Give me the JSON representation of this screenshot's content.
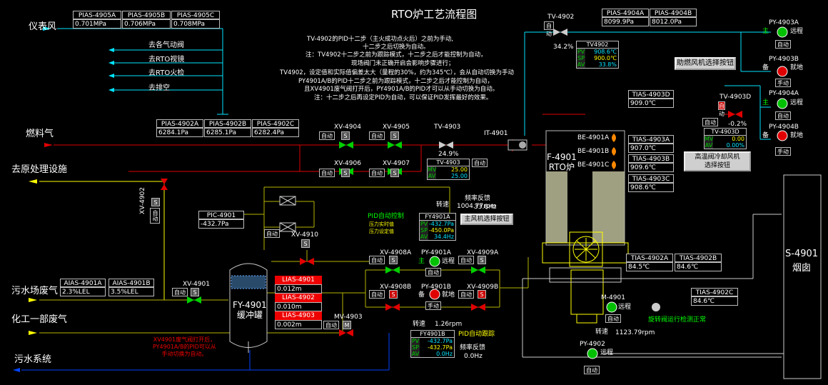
{
  "title": "RTO炉工艺流程图",
  "lines": {
    "instrument_air": "仪表风",
    "fuel_gas": "燃料气",
    "to_pretreatment": "去原处理设施",
    "sewage_waste_gas": "污水场废气",
    "chem1_waste_gas": "化工一部废气",
    "sewage_system": "污水系统"
  },
  "air_branches": [
    "去各气动阀",
    "去RTO视镜",
    "去RTO火检",
    "去排空"
  ],
  "notes": [
    "TV-4902的PID十二步（主火成功点火后）之前为手动,",
    "十二步之后切换为自动。",
    "注：TV4902十二步之前为跟踪模式，十二步之后才能控制为自动，",
    "现场阀门未正确开启会影响步骤进行；",
    "TV4902，设定值和实际值偏差太大（量程的30%，约为345℃），会从自动切换为手动",
    "PY4901A/B的PID十二步之前为跟踪模式，十二步之后才能控制为自动，",
    "且XV4901废气阀打开后，PY4901A/B的PID才可以从手动切换为自动。",
    "注：十二步之后再设定PID为自动，可以保证PID发挥最好的效果。"
  ],
  "tags": {
    "pias4905a": {
      "name": "PIAS-4905A",
      "value": "0.701MPa"
    },
    "pias4905b": {
      "name": "PIAS-4905B",
      "value": "0.706MPa"
    },
    "pias4905c": {
      "name": "PIAS-4905C",
      "value": "0.708MPa"
    },
    "pias4902a": {
      "name": "PIAS-4902A",
      "value": "6284.1Pa"
    },
    "pias4902b": {
      "name": "PIAS-4902B",
      "value": "6285.1Pa"
    },
    "pias4902c": {
      "name": "PIAS-4902C",
      "value": "6282.4Pa"
    },
    "pias4904a": {
      "name": "PIAS-4904A",
      "value": "8099.9Pa"
    },
    "pias4904b": {
      "name": "PIAS-4904B",
      "value": "8012.0Pa"
    },
    "tias4903d": {
      "name": "TIAS-4903D",
      "value": "909.0℃"
    },
    "tias4903a": {
      "name": "TIAS-4903A",
      "value": "907.0℃"
    },
    "tias4903b": {
      "name": "TIAS-4903B",
      "value": "909.6℃"
    },
    "tias4903c": {
      "name": "TIAS-4903C",
      "value": "908.6℃"
    },
    "tias4902a": {
      "name": "TIAS-4902A",
      "value": "84.5℃"
    },
    "tias4902b": {
      "name": "TIAS-4902B",
      "value": "84.6℃"
    },
    "tias4902c": {
      "name": "TIAS-4902C",
      "value": "84.6℃"
    },
    "pic4901": {
      "name": "PIC-4901",
      "value": "-432.7Pa"
    },
    "aias4901a": {
      "name": "AIAS-4901A",
      "value": "2.3%LEL"
    },
    "aias4901b": {
      "name": "AIAS-4901B",
      "value": "3.5%LEL"
    }
  },
  "level_alarms": [
    {
      "name": "LIAS-4901",
      "value": "0.012m"
    },
    {
      "name": "LIAS-4902",
      "value": "0.010m"
    },
    {
      "name": "LIAS-4903",
      "value": "0.002m"
    }
  ],
  "valves": {
    "xv4904": "XV-4904",
    "xv4905": "XV-4905",
    "xv4906": "XV-4906",
    "xv4907": "XV-4907",
    "tv4903": "TV-4903",
    "tv4903_out": "24.9%",
    "tv4902": "TV-4902",
    "tv4902_out": "34.2%",
    "tv4903d": "TV-4903D",
    "tv4903d_out": "-0.2%",
    "xv4902": "XV-4902",
    "xv4910": "XV-4910",
    "xv4901": "XV-4901",
    "mv4903": "MV-4903",
    "xv4908a": "XV-4908A",
    "xv4909a": "XV-4909A",
    "xv4908b": "XV-4908B",
    "xv4909b": "XV-4909B",
    "it4901": "IT-4901"
  },
  "pid": {
    "tv4903": {
      "name": "TV-4903",
      "mv": "25.00",
      "av": "25.00"
    },
    "tv4902": {
      "name": "TV4902",
      "pv": "908.6℃",
      "sp": "900.0℃",
      "av": "33.8%"
    },
    "tv4903d": {
      "name": "TV-4903D",
      "mv": "0.00",
      "av": "0.00%"
    },
    "fy4901a": {
      "name": "FY4901A",
      "pv": "-432.7Pa",
      "sp": "-450.0Pa",
      "av": "34.4Hz"
    },
    "fy4901b": {
      "name": "FY4901B",
      "pv": "-432.7Pa",
      "sp": "-432.7Pa",
      "av": "0.0Hz"
    }
  },
  "pid_side": {
    "title_a": "PID自动控制",
    "pv_a": "压力实时值",
    "sp_a": "压力设定值",
    "title_b": "PID自动跟踪"
  },
  "fans": {
    "speed_label": "转速",
    "freq_label": "频率反馈",
    "a_speed": "1004.77rpm",
    "a_freq": "33.8Hz",
    "b_speed": "1.26rpm",
    "b_freq": "0.0Hz",
    "m_speed": "1123.79rpm"
  },
  "equipment": {
    "rto": "F-4901\nRTO炉",
    "be4901a": "BE-4901A",
    "be4901b": "BE-4901B",
    "be4901c": "BE-4901C",
    "buffer": "FY-4901\n缓冲罐",
    "stack_tag": "S-4901",
    "stack": "烟囱"
  },
  "pumps": {
    "py4903a": "PY-4903A",
    "py4903b": "PY-4903B",
    "py4904a": "PY-4904A",
    "py4904b": "PY-4904B",
    "py4901a": "PY-4901A",
    "py4901b": "PY-4901B",
    "py4902": "PY-4902",
    "m4901": "M-4901"
  },
  "words": {
    "auto": "自动",
    "manual": "手动",
    "remote": "远程",
    "local": "就地",
    "main": "主",
    "standby": "备",
    "s": "S",
    "m": "M",
    "rotary": "旋转阀运行检测正常",
    "interlock": "XV4901废气阀打开后，\nPY4901A/B的PID可以从\n手动切换为自动。"
  },
  "buttons": {
    "aux_fan": "助燃风机选择按钮",
    "main_fan": "主风机选择按钮",
    "cool_fan": "高温阀冷却风机\n选择按钮"
  },
  "colors": {
    "air": "#00e5ff",
    "fuel": "#e00000",
    "gas": "#cccc00",
    "pretreat": "#ffff00",
    "sewage": "#0044ff",
    "valve_open": "#00d000",
    "valve_closed": "#e00000"
  }
}
